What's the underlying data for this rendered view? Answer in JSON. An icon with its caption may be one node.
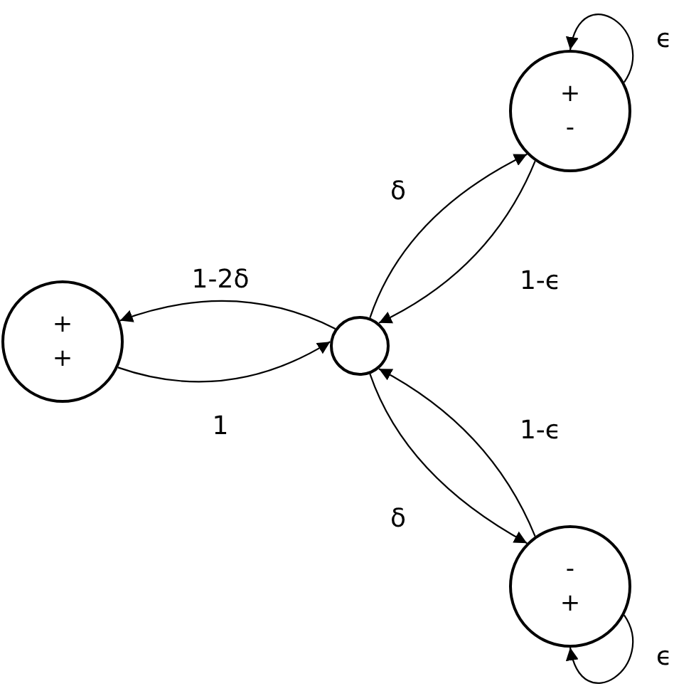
{
  "diagram": {
    "nodes": [
      {
        "text": [
          "+",
          "+"
        ]
      },
      {
        "text": [],
        "shape": "circle"
      },
      {
        "text": [
          "+",
          "-"
        ]
      },
      {
        "text": [
          "-",
          "+"
        ]
      }
    ],
    "edges": [
      {
        "from": 1,
        "to": 0,
        "arrow": "to",
        "label": "1-2δ"
      },
      {
        "from": 0,
        "to": 1,
        "arrow": "to",
        "label": "1"
      },
      {
        "from": 1,
        "to": 2,
        "arrow": "to",
        "label": "δ"
      },
      {
        "from": 2,
        "to": 1,
        "arrow": "to",
        "label": "1-ϵ"
      },
      {
        "from": 1,
        "to": 3,
        "arrow": "to",
        "label": "δ"
      },
      {
        "from": 3,
        "to": 1,
        "arrow": "to",
        "label": "1-ϵ"
      },
      {
        "from": 2,
        "to": 2,
        "arrow": "to",
        "label": "ϵ"
      },
      {
        "from": 3,
        "to": 3,
        "arrow": "to",
        "label": "ϵ"
      }
    ]
  }
}
